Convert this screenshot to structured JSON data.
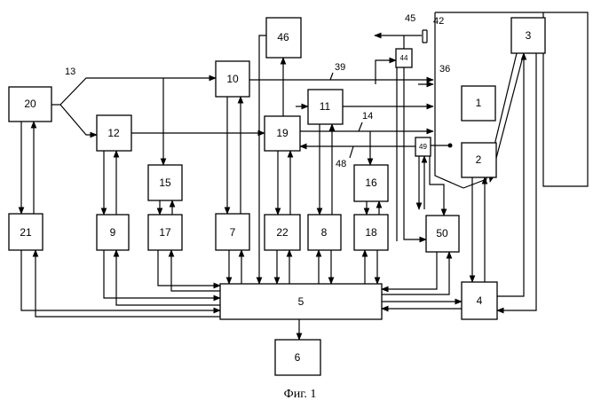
{
  "diagram": {
    "caption": "Фиг. 1",
    "blocks": {
      "b1": "1",
      "b2": "2",
      "b3": "3",
      "b4": "4",
      "b5": "5",
      "b6": "6",
      "b7": "7",
      "b8": "8",
      "b9": "9",
      "b10": "10",
      "b11": "11",
      "b12": "12",
      "b15": "15",
      "b16": "16",
      "b17": "17",
      "b18": "18",
      "b19": "19",
      "b20": "20",
      "b21": "21",
      "b22": "22",
      "b42": "42",
      "b44": "44",
      "b46": "46",
      "b49": "49",
      "b50": "50"
    },
    "refs": {
      "r13": "13",
      "r14": "14",
      "r36": "36",
      "r39": "39",
      "r45": "45",
      "r48": "48"
    }
  }
}
